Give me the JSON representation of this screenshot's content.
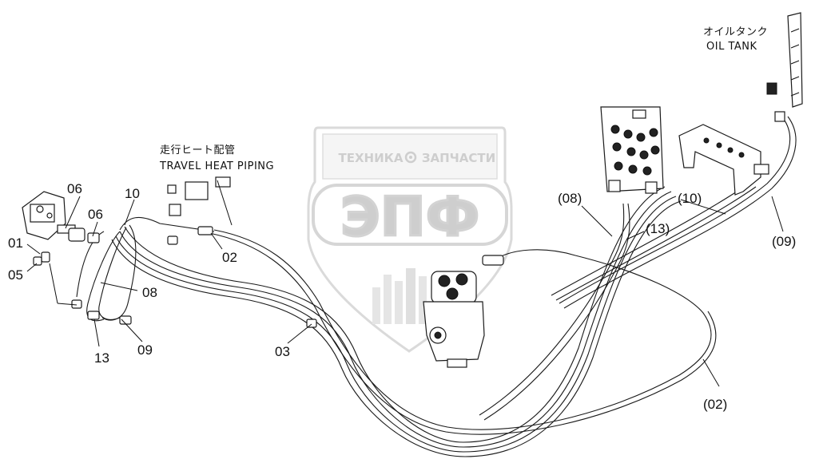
{
  "watermark": {
    "top_text": "ТЕХНИКА",
    "top_text_right": "ЗАПЧАСТИ",
    "big_text": "ЭПФ",
    "color": "#c9c9c9"
  },
  "captions": {
    "oil_tank_jp": "オイルタンク",
    "oil_tank_en": "OIL TANK",
    "travel_heat_jp": "走行ヒート配管",
    "travel_heat_en": "TRAVEL HEAT PIPING"
  },
  "callouts": {
    "c01": "01",
    "c02": "02",
    "c03": "03",
    "c05": "05",
    "c06a": "06",
    "c06b": "06",
    "c08": "08",
    "c09": "09",
    "c10": "10",
    "c13": "13",
    "p02": "(02)",
    "p08": "(08)",
    "p09": "(09)",
    "p10": "(10)",
    "p13": "(13)"
  },
  "icons": {
    "watermark": "shield-logo-icon",
    "gear": "gear-icon"
  }
}
